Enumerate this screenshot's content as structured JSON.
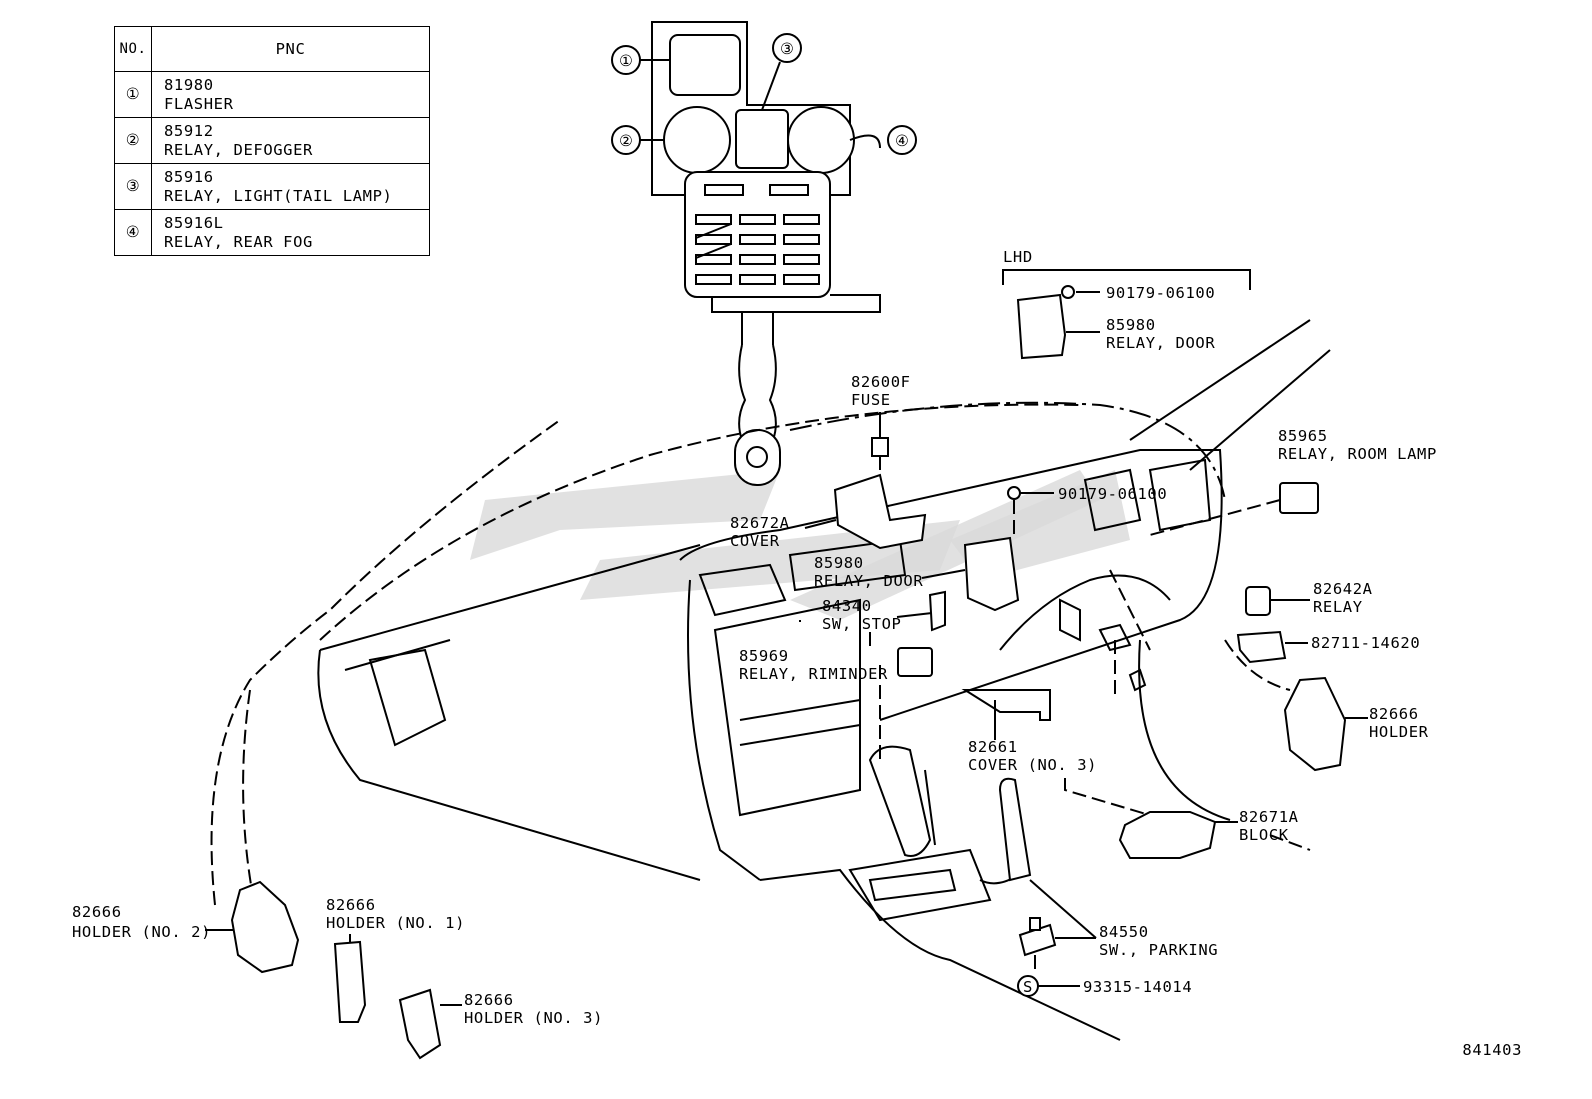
{
  "legend": {
    "header_no": "NO.",
    "header_pnc": "PNC",
    "rows": [
      {
        "no": "①",
        "pnc": "81980",
        "name": "FLASHER"
      },
      {
        "no": "②",
        "pnc": "85912",
        "name": "RELAY, DEFOGGER"
      },
      {
        "no": "③",
        "pnc": "85916",
        "name": "RELAY, LIGHT(TAIL LAMP)"
      },
      {
        "no": "④",
        "pnc": "85916L",
        "name": "RELAY, REAR FOG"
      }
    ]
  },
  "callouts": {
    "c1": "①",
    "c2": "②",
    "c3": "③",
    "c4": "④"
  },
  "lhd_label": "LHD",
  "parts": {
    "p90179_lhd": "90179-06100",
    "p85980_lhd_num": "85980",
    "p85980_lhd_name": "RELAY, DOOR",
    "p82600f_num": "82600F",
    "p82600f_name": "FUSE",
    "p85965_num": "85965",
    "p85965_name": "RELAY, ROOM LAMP",
    "p90179": "90179-06100",
    "p82672a_num": "82672A",
    "p82672a_name": "COVER",
    "p85980_num": "85980",
    "p85980_name": "RELAY, DOOR",
    "p84340_num": "84340",
    "p84340_name": "SW, STOP",
    "p82642a_num": "82642A",
    "p82642a_name": "RELAY",
    "p82711": "82711-14620",
    "p85969_num": "85969",
    "p85969_name": "RELAY, RIMINDER",
    "p82666_holder_num": "82666",
    "p82666_holder_name": "HOLDER",
    "p82661_num": "82661",
    "p82661_name": "COVER (NO. 3)",
    "p82671a_num": "82671A",
    "p82671a_name": "BLOCK",
    "p82666_no2_num": "82666",
    "p82666_no2_name": "HOLDER (NO. 2)",
    "p82666_no1_num": "82666",
    "p82666_no1_name": "HOLDER (NO. 1)",
    "p82666_no3_num": "82666",
    "p82666_no3_name": "HOLDER (NO. 3)",
    "p84550_num": "84550",
    "p84550_name": "SW., PARKING",
    "p93315_marker": "S",
    "p93315": "93315-14014"
  },
  "diagram_code": "841403"
}
